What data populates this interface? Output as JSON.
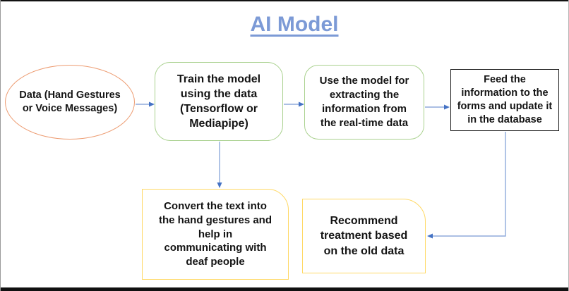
{
  "title": "AI Model",
  "colors": {
    "title_text": "#7c9ad6",
    "ellipse_border": "#ed9c72",
    "process_border_green": "#a9d18e",
    "card_border_yellow": "#ffd966",
    "rect_border_black": "#1a1a1a",
    "arrow_line": "#8faadc",
    "arrow_head": "#4472c4",
    "body_text": "#141414",
    "frame_bar": "#111111"
  },
  "nodes": [
    {
      "id": "data-ellipse",
      "shape": "ellipse",
      "label": "Data (Hand Gestures\nor Voice Messages)"
    },
    {
      "id": "train-box",
      "shape": "rounded-rectangle",
      "label": "Train the model\nusing the data\n(Tensorflow or\nMediapipe)"
    },
    {
      "id": "use-box",
      "shape": "rounded-rectangle",
      "label": "Use the model for\nextracting the\ninformation from\nthe real-time data"
    },
    {
      "id": "feed-box",
      "shape": "rectangle",
      "label": "Feed the\ninformation to the\nforms and update it\nin the database"
    },
    {
      "id": "convert-box",
      "shape": "round-corner-card",
      "label": "Convert the text into\nthe hand gestures and\nhelp in\ncommunicating with\ndeaf people"
    },
    {
      "id": "recommend-box",
      "shape": "round-corner-card",
      "label": "Recommend\ntreatment based\non the old data"
    }
  ],
  "connections": [
    {
      "from": "data-ellipse",
      "to": "train-box",
      "direction": "right"
    },
    {
      "from": "train-box",
      "to": "use-box",
      "direction": "right"
    },
    {
      "from": "use-box",
      "to": "feed-box",
      "direction": "right"
    },
    {
      "from": "train-box",
      "to": "convert-box",
      "direction": "down"
    },
    {
      "from": "feed-box",
      "to": "recommend-box",
      "direction": "down-then-left"
    }
  ]
}
